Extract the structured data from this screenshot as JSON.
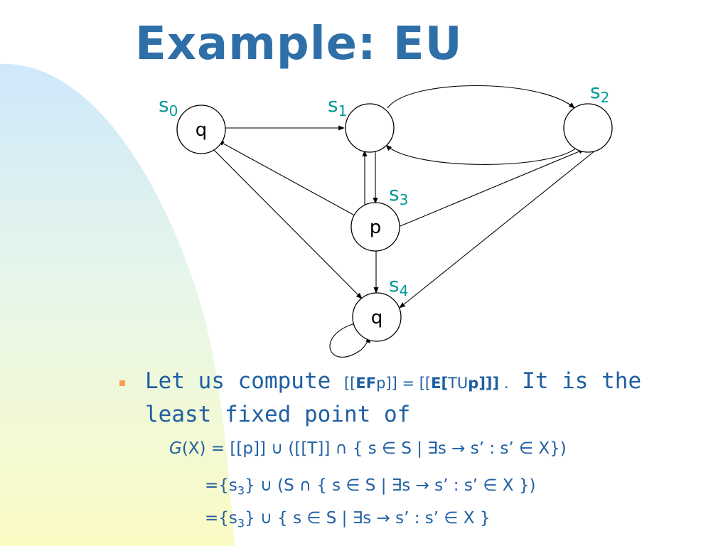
{
  "title": "Example: EU",
  "diagram": {
    "nodes": [
      {
        "id": "s0",
        "label": "q",
        "state": "s",
        "sub": "0"
      },
      {
        "id": "s1",
        "label": "",
        "state": "s",
        "sub": "1"
      },
      {
        "id": "s2",
        "label": "",
        "state": "s",
        "sub": "2"
      },
      {
        "id": "s3",
        "label": "p",
        "state": "s",
        "sub": "3"
      },
      {
        "id": "s4",
        "label": "q",
        "state": "s",
        "sub": "4"
      }
    ],
    "edges": [
      [
        "s0",
        "s1"
      ],
      [
        "s1",
        "s2"
      ],
      [
        "s2",
        "s1"
      ],
      [
        "s1",
        "s3"
      ],
      [
        "s3",
        "s1"
      ],
      [
        "s3",
        "s0"
      ],
      [
        "s3",
        "s2"
      ],
      [
        "s3",
        "s4"
      ],
      [
        "s0",
        "s4"
      ],
      [
        "s2",
        "s4"
      ],
      [
        "s4",
        "s4"
      ]
    ]
  },
  "bullet": {
    "intro": "Let us compute",
    "f1_open": "[[",
    "f1_ef": "EF",
    "f1_p": "p]] = [[",
    "f1_e": "E[",
    "f1_tu": "TU",
    "f1_close": "p]]]",
    "f1_end": ".",
    "tail": "It is the",
    "line2": "least fixed point of"
  },
  "equations": {
    "eq1_g": "G",
    "eq1": "(X) = [[p]] ∪ ([[T]] ∩ { s ∈ S | ∃s → s’ : s’ ∈ X})",
    "eq2_pre": "={s",
    "eq2_sub": "3",
    "eq2_post": "} ∪ (S ∩ { s ∈ S | ∃s → s’ : s’ ∈ X })",
    "eq3_pre": "={s",
    "eq3_sub": "3",
    "eq3_post": "} ∪ { s ∈ S | ∃s → s’ : s’ ∈ X }"
  },
  "colors": {
    "title": "#2e6fa8",
    "state_label": "#009999",
    "text": "#1f5fa2",
    "bullet": "#ff9a56"
  }
}
